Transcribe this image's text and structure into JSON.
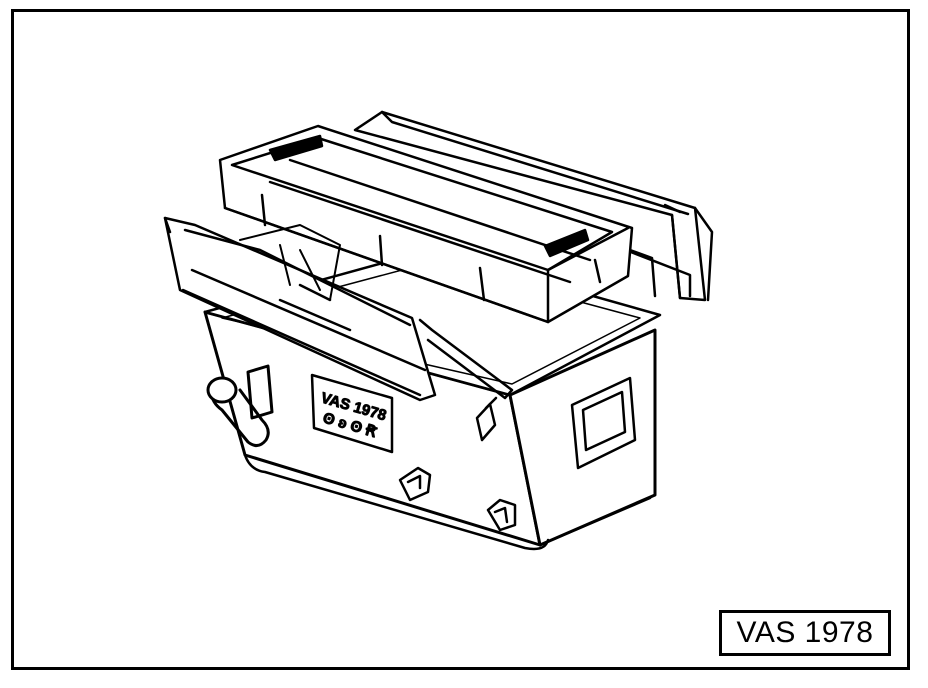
{
  "figure_label": "VAS 1978",
  "nameplate": {
    "line1": "VAS 1978",
    "line2": "ʘ ʚ ʘ Ꞧ"
  },
  "colors": {
    "ink": "#000000",
    "paper": "#ffffff"
  }
}
